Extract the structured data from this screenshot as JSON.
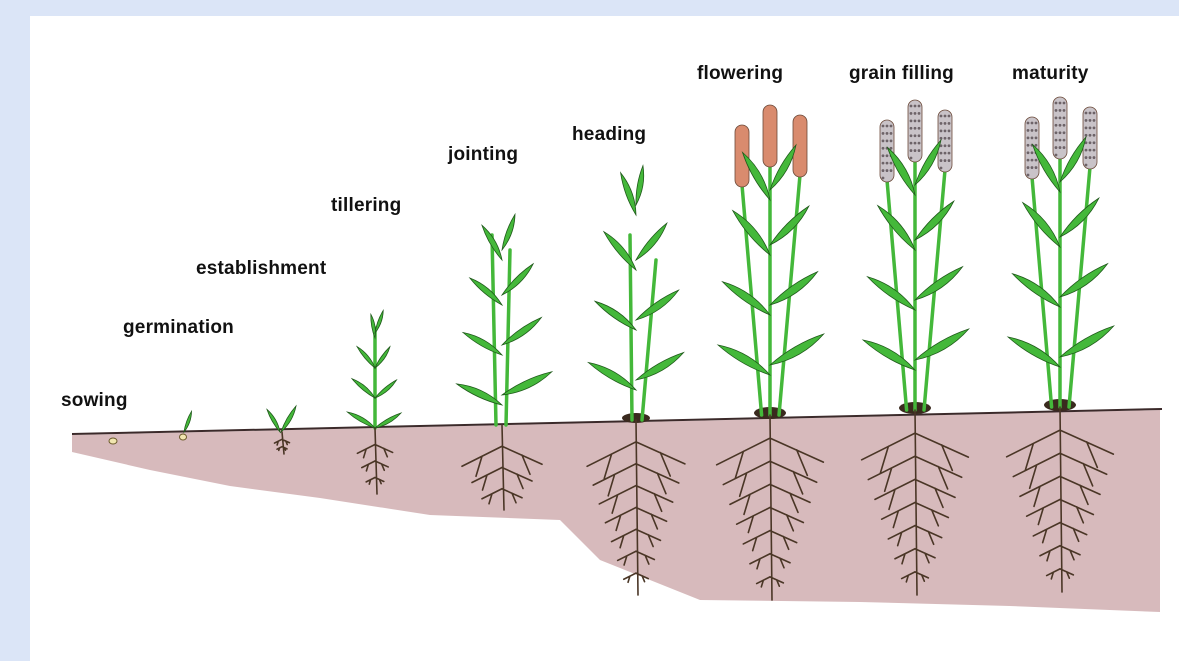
{
  "stages": [
    {
      "label": "sowing"
    },
    {
      "label": "germination"
    },
    {
      "label": "establishment"
    },
    {
      "label": "tillering"
    },
    {
      "label": "jointing"
    },
    {
      "label": "heading"
    },
    {
      "label": "flowering"
    },
    {
      "label": "grain filling"
    },
    {
      "label": "maturity"
    }
  ],
  "colors": {
    "page_background": "#dbe5f7",
    "paper": "#ffffff",
    "soil": "#c9a3a6",
    "soil_line": "#3b2a2a",
    "leaf": "#44b83a",
    "leaf_outline": "#1f5a1a",
    "root": "#4a3626",
    "flower_head": "#d98b6e",
    "grain_head": "#c9c3c8"
  }
}
